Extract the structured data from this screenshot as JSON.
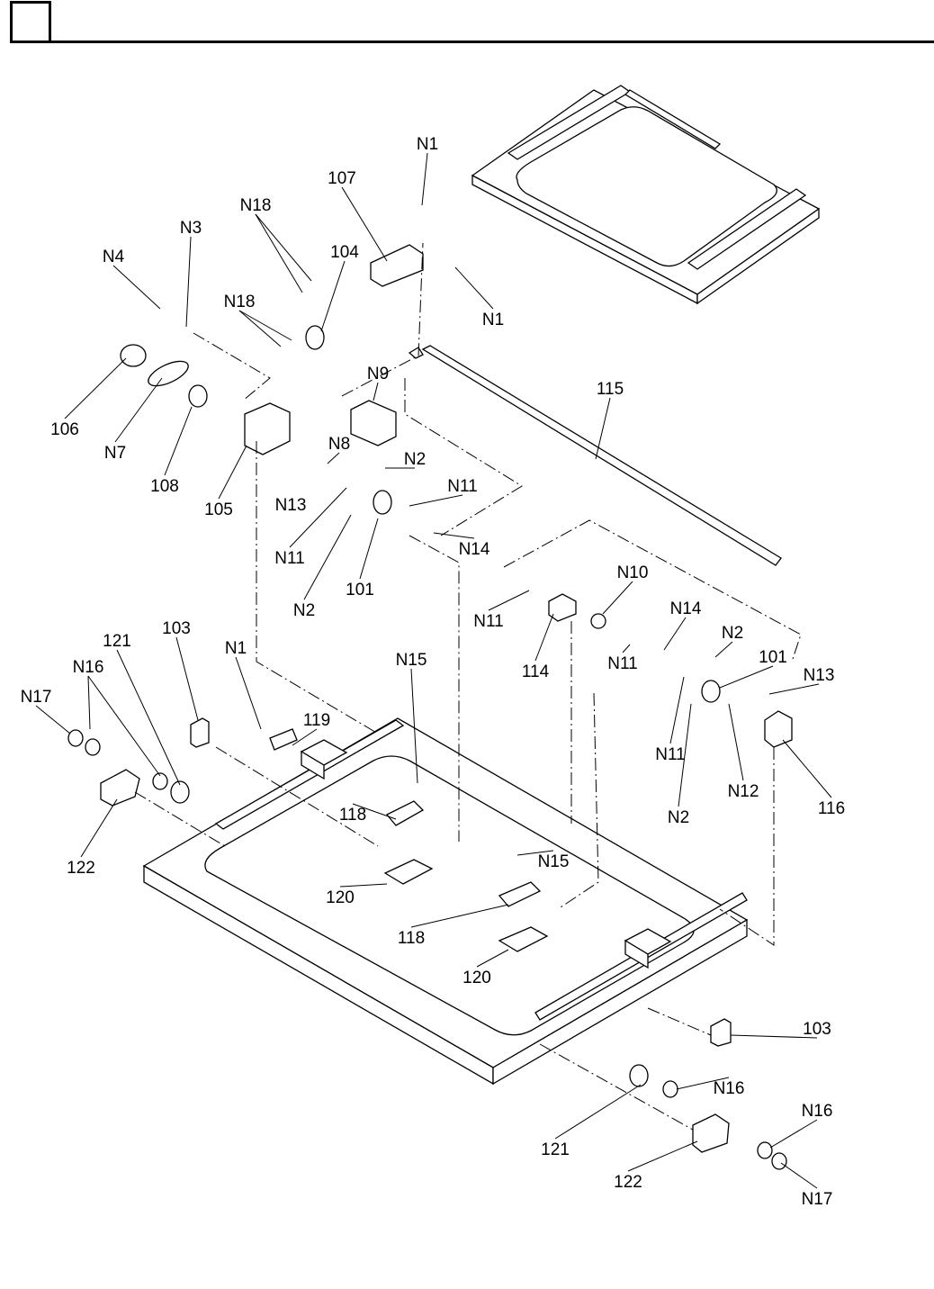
{
  "header": {
    "box": ""
  },
  "diagram": {
    "labels": [
      "N1",
      "107",
      "N18",
      "104",
      "N3",
      "N4",
      "N18",
      "N1",
      "N9",
      "115",
      "106",
      "N7",
      "108",
      "105",
      "N8",
      "N2",
      "N13",
      "N11",
      "N11",
      "N14",
      "N2",
      "101",
      "N10",
      "N14",
      "N11",
      "114",
      "N11",
      "N2",
      "101",
      "N13",
      "N11",
      "N2",
      "N12",
      "116",
      "N17",
      "N16",
      "121",
      "103",
      "N1",
      "119",
      "122",
      "N15",
      "118",
      "120",
      "N15",
      "118",
      "120",
      "103",
      "N16",
      "121",
      "N16",
      "122",
      "N17"
    ]
  }
}
